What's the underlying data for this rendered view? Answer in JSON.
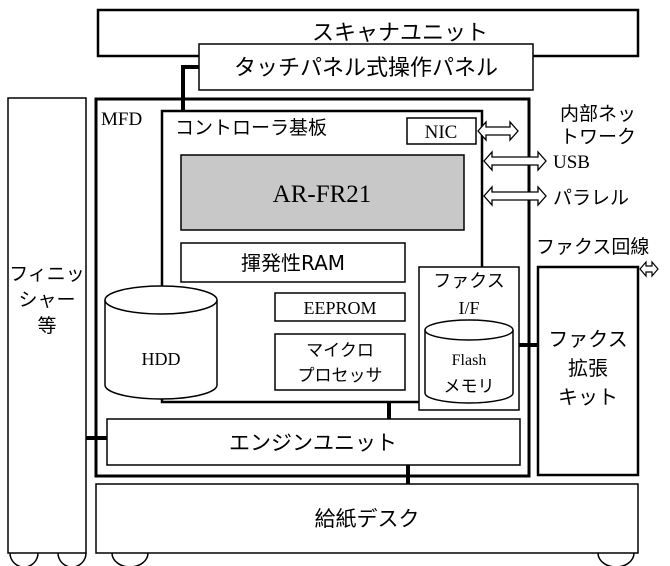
{
  "labels": {
    "scanner_unit": "スキャナユニット",
    "touch_panel": "タッチパネル式操作パネル",
    "mfd": "MFD",
    "controller_board": "コントローラ基板",
    "nic": "NIC",
    "internal_network_line1": "内部ネッ",
    "internal_network_line2": "トワーク",
    "usb": "USB",
    "parallel": "パラレル",
    "ar_fr21": "AR-FR21",
    "volatile_ram": "揮発性RAM",
    "eeprom": "EEPROM",
    "fax_if_line1": "ファクス",
    "fax_if_line2": "I/F",
    "fax_line": "ファクス回線",
    "flash_line1": "Flash",
    "flash_line2": "メモリ",
    "fax_kit_line1": "ファクス",
    "fax_kit_line2": "拡張",
    "fax_kit_line3": "キット",
    "hdd": "HDD",
    "microprocessor_line1": "マイクロ",
    "microprocessor_line2": "プロセッサ",
    "finisher_line1": "フィニッ",
    "finisher_line2": "シャー",
    "finisher_line3": "等",
    "engine_unit": "エンジンユニット",
    "paper_desk": "給紙デスク"
  },
  "colors": {
    "line": "#000000",
    "ar_fr21_fill": "#c8c8c8",
    "background": "#ffffff"
  }
}
